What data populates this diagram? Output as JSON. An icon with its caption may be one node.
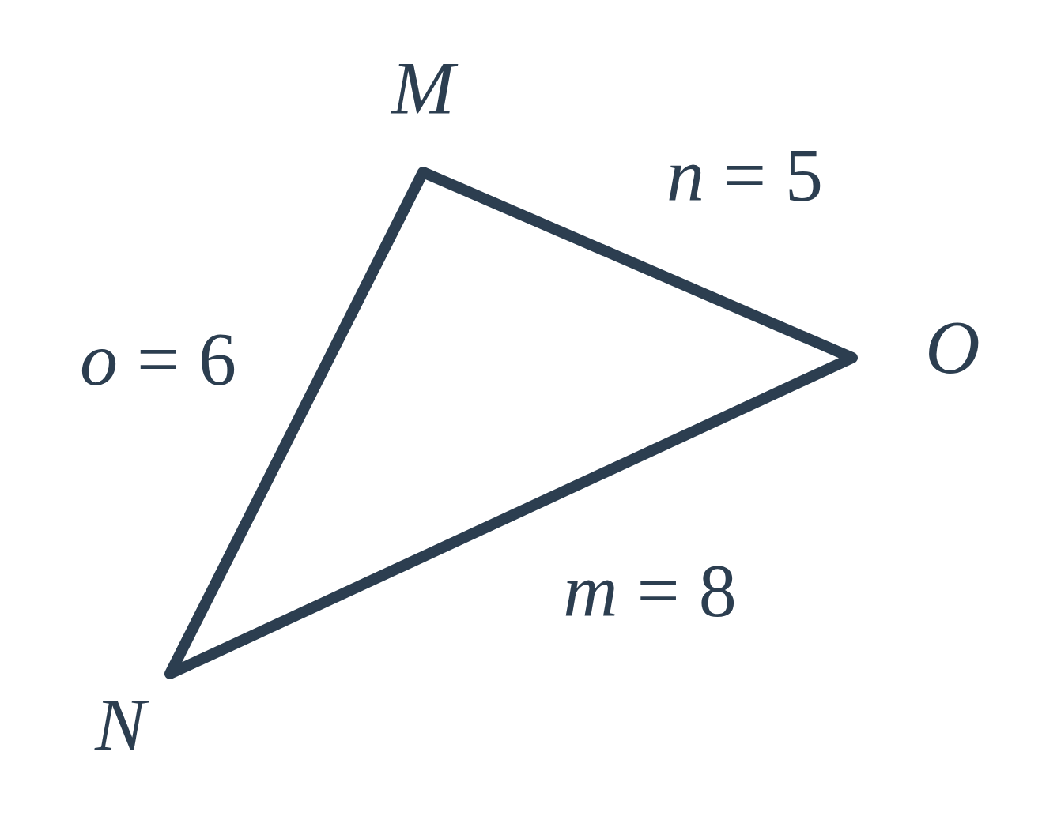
{
  "diagram": {
    "labels": [
      "M",
      "*n* = 5",
      "*o* = 6",
      "O",
      "*m* = 8",
      "N"
    ]
  }
}
